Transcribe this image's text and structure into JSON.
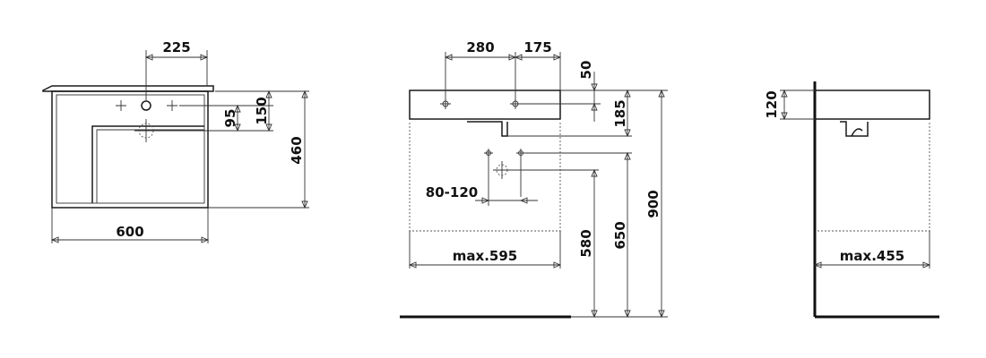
{
  "top_view": {
    "dim_tap_offset": "225",
    "dim_width": "600",
    "dim_depth": "460",
    "dim_holes_depth": "150",
    "dim_tap_depth": "95"
  },
  "front_view": {
    "dim_hole_left": "280",
    "dim_hole_right": "175",
    "dim_rim_height": "50",
    "dim_basin_height": "185",
    "dim_drain_spacing": "80-120",
    "dim_max_width": "max.595",
    "dim_drain_height": "580",
    "dim_supply_height": "650",
    "dim_total_height": "900"
  },
  "side_view": {
    "dim_height": "120",
    "dim_max_depth": "max.455"
  }
}
